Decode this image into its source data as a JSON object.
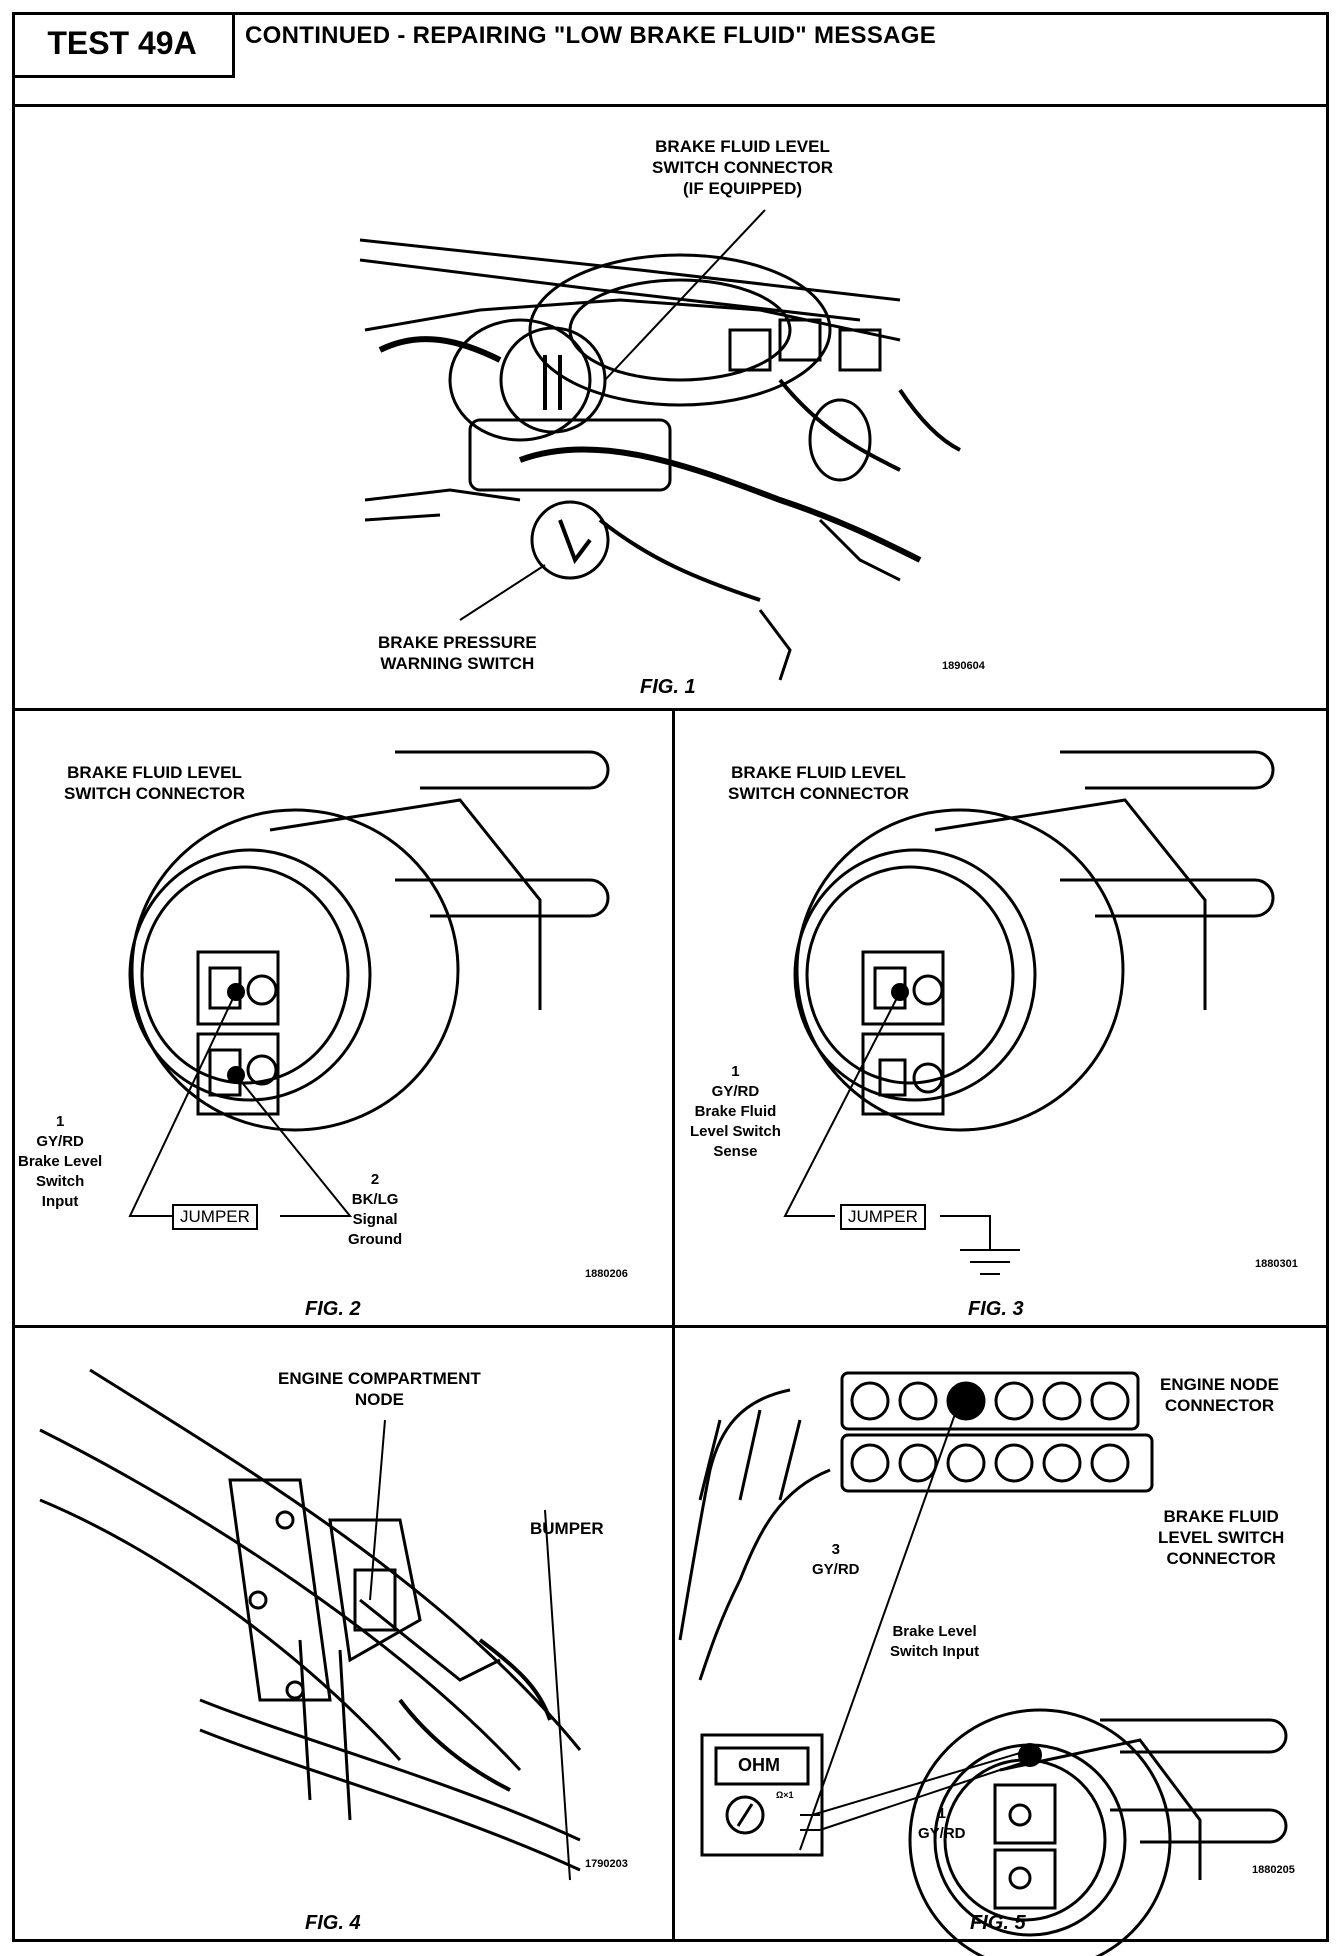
{
  "header": {
    "test_id": "TEST 49A",
    "title": "CONTINUED - REPAIRING \"LOW BRAKE FLUID\" MESSAGE"
  },
  "fig1": {
    "label_connector": [
      "BRAKE FLUID LEVEL",
      "SWITCH CONNECTOR",
      "(IF EQUIPPED)"
    ],
    "label_switch": [
      "BRAKE PRESSURE",
      "WARNING SWITCH"
    ],
    "code": "1890604",
    "caption": "FIG. 1"
  },
  "fig2": {
    "title": [
      "BRAKE FLUID LEVEL",
      "SWITCH CONNECTOR"
    ],
    "pin1": [
      "1",
      "GY/RD",
      "Brake Level",
      "Switch",
      "Input"
    ],
    "pin2": [
      "2",
      "BK/LG",
      "Signal",
      "Ground"
    ],
    "jumper": "JUMPER",
    "code": "1880206",
    "caption": "FIG. 2"
  },
  "fig3": {
    "title": [
      "BRAKE FLUID LEVEL",
      "SWITCH CONNECTOR"
    ],
    "pin1": [
      "1",
      "GY/RD",
      "Brake Fluid",
      "Level Switch",
      "Sense"
    ],
    "jumper": "JUMPER",
    "code": "1880301",
    "caption": "FIG. 3"
  },
  "fig4": {
    "label_node": [
      "ENGINE COMPARTMENT",
      "NODE"
    ],
    "label_bumper": "BUMPER",
    "code": "1790203",
    "caption": "FIG. 4"
  },
  "fig5": {
    "label_node": [
      "ENGINE NODE",
      "CONNECTOR"
    ],
    "label_switch": [
      "BRAKE FLUID",
      "LEVEL SWITCH",
      "CONNECTOR"
    ],
    "pin3": [
      "3",
      "GY/RD"
    ],
    "input_label": [
      "Brake Level",
      "Switch Input"
    ],
    "pin1": [
      "1",
      "GY/RD"
    ],
    "meter_display": "OHM",
    "meter_range": "Ω×1",
    "code": "1880205",
    "caption": "FIG. 5"
  }
}
